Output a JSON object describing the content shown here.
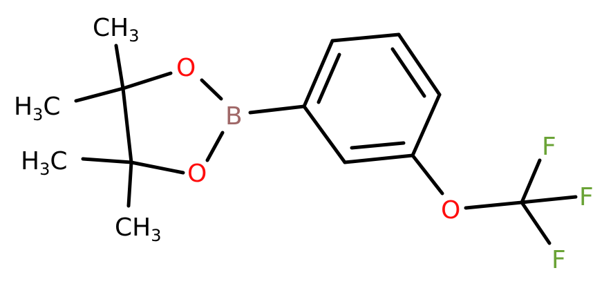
{
  "colors": {
    "bond": "#000000",
    "carbon": "#000000",
    "oxygen": "#ff0d0d",
    "boron": "#a06868",
    "fluorine": "#6aa336"
  },
  "atoms": {
    "ch3_top": {
      "main": "CH",
      "sub": "3"
    },
    "h3c_upper": {
      "h": "H",
      "sub": "3",
      "c": "C"
    },
    "h3c_lower": {
      "h": "H",
      "sub": "3",
      "c": "C"
    },
    "ch3_bottom": {
      "main": "CH",
      "sub": "3"
    },
    "o_upper": "O",
    "o_lower": "O",
    "boron": "B",
    "o_ether": "O",
    "f_top": "F",
    "f_right": "F",
    "f_bottom": "F"
  }
}
